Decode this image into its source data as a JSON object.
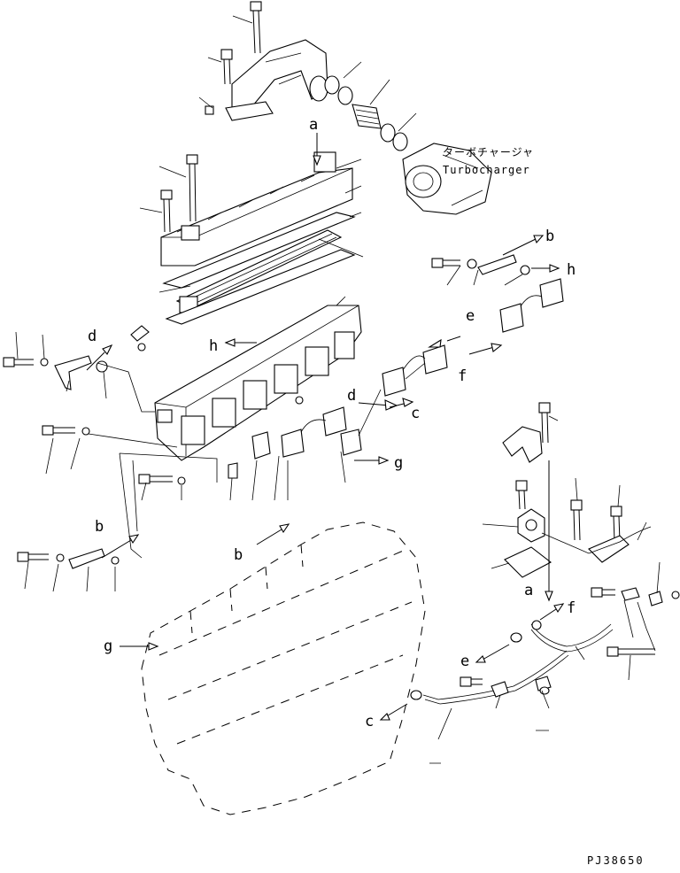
{
  "diagram": {
    "caption_jp": "ターボチャージャ",
    "caption_en": "Turbocharger",
    "drawing_code": "PJ38650",
    "letter_labels": [
      "a",
      "b",
      "h",
      "e",
      "f",
      "d",
      "c",
      "h",
      "d",
      "g",
      "b",
      "b",
      "g",
      "a",
      "f",
      "e",
      "c"
    ],
    "colors": {
      "ink": "#000000",
      "paper": "#ffffff"
    }
  }
}
